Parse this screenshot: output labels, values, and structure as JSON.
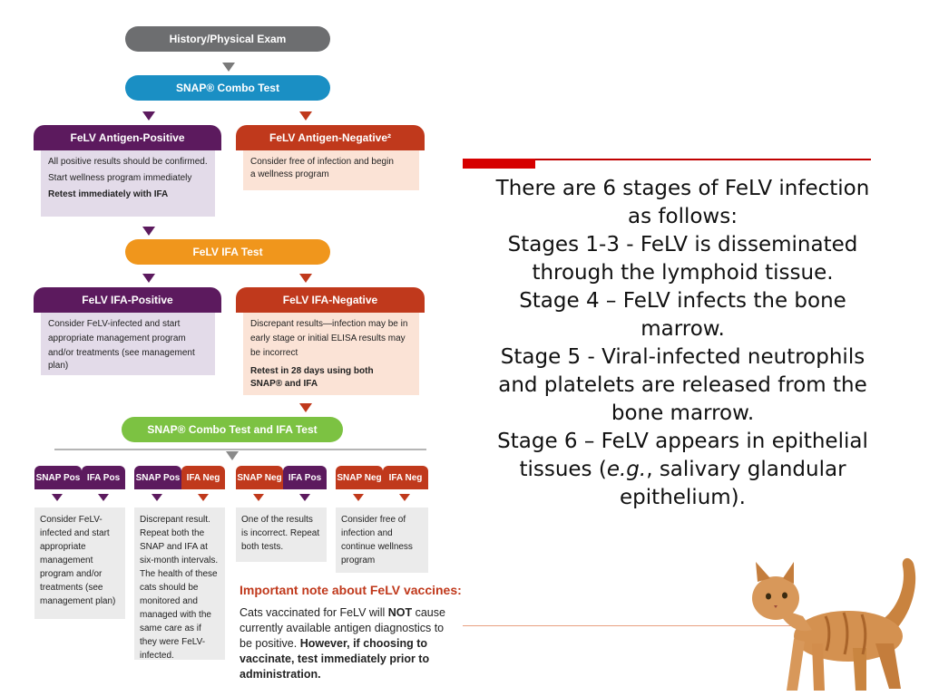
{
  "flowchart": {
    "history": "History/Physical Exam",
    "snap1": "SNAP® Combo Test",
    "felv_pos": {
      "title": "FeLV Antigen-Positive",
      "line1": "All positive results should be confirmed.",
      "line2": "Start wellness program immediately",
      "line3": "Retest immediately with IFA"
    },
    "felv_neg": {
      "title": "FeLV Antigen-Negative²",
      "line1": "Consider free of infection and begin",
      "line2": "a wellness program"
    },
    "ifa_test": "FeLV IFA Test",
    "ifa_pos": {
      "title": "FeLV IFA-Positive",
      "line1": "Consider FeLV-infected and start",
      "line2": "appropriate management program",
      "line3": "and/or treatments (see management plan)"
    },
    "ifa_neg": {
      "title": "FeLV IFA-Negative",
      "line1": "Discrepant results—infection may be in",
      "line2": "early stage or initial ELISA results may",
      "line3": "be incorrect",
      "line4": "Retest in 28 days using both",
      "line5": "SNAP® and IFA"
    },
    "combo_ifa": "SNAP® Combo Test and IFA Test",
    "tabs": [
      "SNAP Pos",
      "IFA Pos",
      "SNAP Pos",
      "IFA Neg",
      "SNAP Neg",
      "IFA Pos",
      "SNAP Neg",
      "IFA Neg"
    ],
    "cells": [
      "Consider FeLV-infected and start appropriate management program and/or treatments (see management plan)",
      "Discrepant result. Repeat both the SNAP and IFA at six-month intervals. The health of these cats should be monitored and managed with the same care as if they were FeLV-infected.",
      "One of the results is incorrect. Repeat both tests.",
      "Consider free of infection and continue wellness program"
    ],
    "note_title": "Important note about FeLV vaccines:",
    "note_a": "Cats vaccinated for FeLV will ",
    "note_b": "NOT",
    "note_c": " cause currently available antigen diagnostics to be positive. ",
    "note_d": "However, if choosing to vaccinate, test immediately prior to administration."
  },
  "slide_text": {
    "l1": "There are 6 stages of FeLV infection as follows:",
    "l2": "Stages 1-3 - FeLV is disseminated through the lymphoid tissue.",
    "l3": "Stage 4 – FeLV infects the bone marrow.",
    "l4": "Stage 5 - Viral-infected neutrophils and platelets are released from the bone marrow.",
    "l5a": "Stage 6 – FeLV appears in epithelial tissues (",
    "l5b": "e.g.",
    "l5c": ", salivary glandular epithelium)."
  },
  "colors": {
    "accent_red": "#c00000",
    "purple": "#5c1a5e",
    "orange_red": "#c0391c",
    "blue": "#1a8fc4",
    "orange": "#f0961c",
    "green": "#7cc242"
  }
}
